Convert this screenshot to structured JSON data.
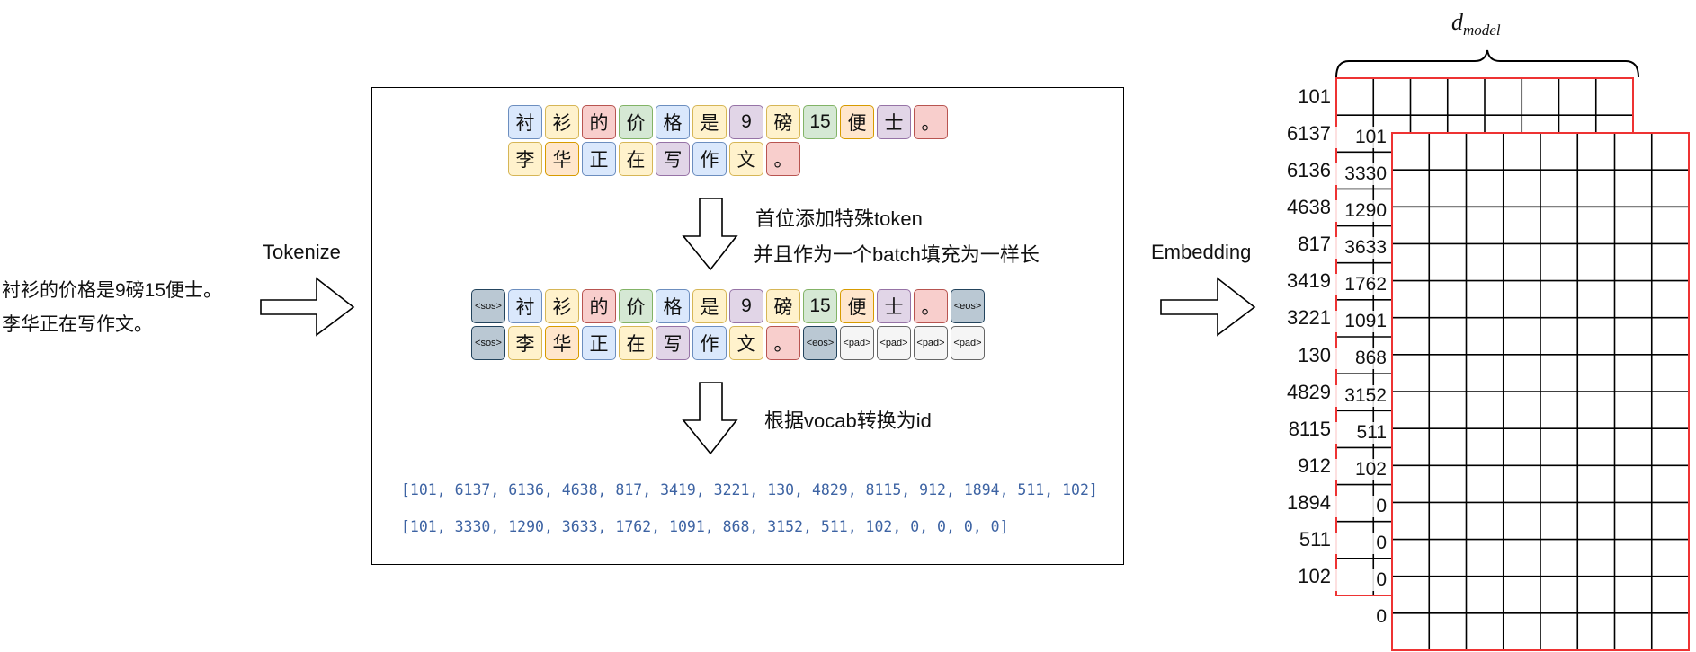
{
  "input": {
    "lines": [
      "衬衫的价格是9磅15便士。",
      "李华正在写作文。"
    ]
  },
  "labels": {
    "tokenize": "Tokenize",
    "embedding": "Embedding"
  },
  "steps": {
    "add_special": [
      "首位添加特殊token",
      "并且作为一个batch填充为一样长"
    ],
    "to_id": "根据vocab转换为id"
  },
  "colors": {
    "blue": [
      "#dae8fc",
      "#6c8ebf"
    ],
    "yellow": [
      "#fff2cc",
      "#d6b656"
    ],
    "red": [
      "#f8cecc",
      "#b85450"
    ],
    "green": [
      "#d5e8d4",
      "#82b366"
    ],
    "purple": [
      "#e1d5e7",
      "#9673a6"
    ],
    "orange": [
      "#ffe6cc",
      "#d79b00"
    ],
    "gray": [
      "#f5f5f5",
      "#666666"
    ],
    "special": [
      "#bac8d3",
      "#23445d"
    ],
    "grid_border": "#ee3333",
    "ids_text": "#3d63a3"
  },
  "tokens": {
    "raw": [
      [
        [
          "衬",
          "blue"
        ],
        [
          "衫",
          "yellow"
        ],
        [
          "的",
          "red"
        ],
        [
          "价",
          "green"
        ],
        [
          "格",
          "blue"
        ],
        [
          "是",
          "yellow"
        ],
        [
          "9",
          "purple"
        ],
        [
          "磅",
          "yellow"
        ],
        [
          "15",
          "green"
        ],
        [
          "便",
          "orange"
        ],
        [
          "士",
          "purple"
        ],
        [
          "。",
          "red"
        ]
      ],
      [
        [
          "李",
          "yellow"
        ],
        [
          "华",
          "orange"
        ],
        [
          "正",
          "blue"
        ],
        [
          "在",
          "yellow"
        ],
        [
          "写",
          "purple"
        ],
        [
          "作",
          "blue"
        ],
        [
          "文",
          "yellow"
        ],
        [
          "。",
          "red"
        ]
      ]
    ],
    "padded": [
      [
        [
          "<sos>",
          "special"
        ],
        [
          "衬",
          "blue"
        ],
        [
          "衫",
          "yellow"
        ],
        [
          "的",
          "red"
        ],
        [
          "价",
          "green"
        ],
        [
          "格",
          "blue"
        ],
        [
          "是",
          "yellow"
        ],
        [
          "9",
          "purple"
        ],
        [
          "磅",
          "yellow"
        ],
        [
          "15",
          "green"
        ],
        [
          "便",
          "orange"
        ],
        [
          "士",
          "purple"
        ],
        [
          "。",
          "red"
        ],
        [
          "<eos>",
          "special"
        ]
      ],
      [
        [
          "<sos>",
          "special"
        ],
        [
          "李",
          "yellow"
        ],
        [
          "华",
          "orange"
        ],
        [
          "正",
          "blue"
        ],
        [
          "在",
          "yellow"
        ],
        [
          "写",
          "purple"
        ],
        [
          "作",
          "blue"
        ],
        [
          "文",
          "yellow"
        ],
        [
          "。",
          "red"
        ],
        [
          "<eos>",
          "special"
        ],
        [
          "<pad>",
          "gray"
        ],
        [
          "<pad>",
          "gray"
        ],
        [
          "<pad>",
          "gray"
        ],
        [
          "<pad>",
          "gray"
        ]
      ]
    ]
  },
  "ids": {
    "line1": "[101, 6137, 6136, 4638, 817, 3419, 3221, 130, 4829, 8115, 912, 1894, 511, 102]",
    "line2": "[101, 3330, 1290, 3633, 1762, 1091, 868, 3152, 511, 102, 0, 0, 0, 0]"
  },
  "embedding": {
    "dim_label_main": "d",
    "dim_label_sub": "model",
    "back_ids": [
      "101",
      "6137",
      "6136",
      "4638",
      "817",
      "3419",
      "3221",
      "130",
      "4829",
      "8115",
      "912",
      "1894",
      "511",
      "102"
    ],
    "front_ids": [
      "101",
      "3330",
      "1290",
      "3633",
      "1762",
      "1091",
      "868",
      "3152",
      "511",
      "102",
      "0",
      "0",
      "0",
      "0"
    ],
    "cols": 8
  }
}
